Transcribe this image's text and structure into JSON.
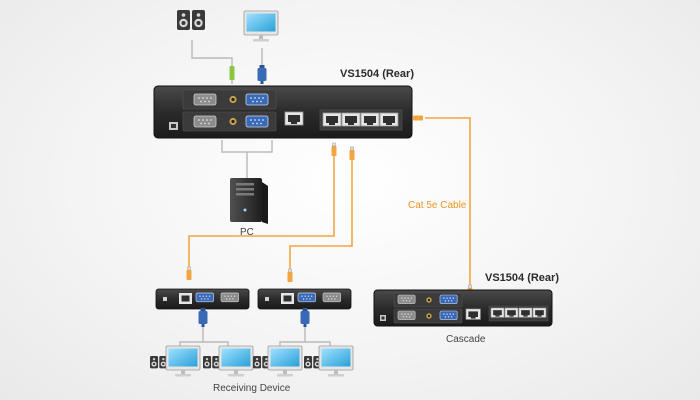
{
  "labels": {
    "main_unit": "VS1504 (Rear)",
    "cascade_unit": "VS1504 (Rear)",
    "pc": "PC",
    "cable": "Cat 5e Cable",
    "cascade": "Cascade",
    "receiving": "Receiving Device"
  },
  "colors": {
    "cable": "#f3a540",
    "device_body": "#2a2a2a",
    "device_panel": "#3a3a3a",
    "vga_port": "#3a69b6",
    "serial_port": "#8c8c8c",
    "rj45_port": "#e6e6e6",
    "monitor_screen": "#3eb6e6",
    "wire": "#b9b9b9"
  },
  "icons": {
    "speaker": "speaker-icon",
    "monitor": "monitor-icon",
    "pc": "pc-tower-icon",
    "plug": "vga-plug-icon",
    "rj45": "rj45-plug-icon"
  }
}
